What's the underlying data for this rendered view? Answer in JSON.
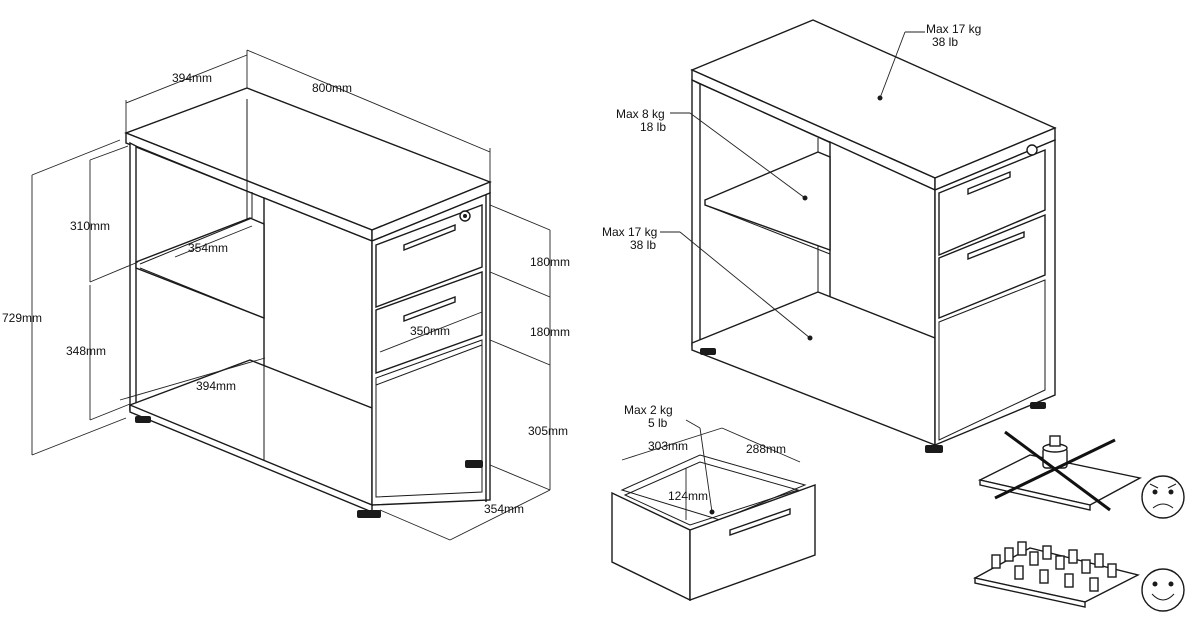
{
  "dimensions": {
    "depth_top": "394mm",
    "width_top": "800mm",
    "upper_shelf_height": "310mm",
    "total_height": "729mm",
    "lower_shelf_height": "348mm",
    "shelf_depth": "354mm",
    "bottom_depth": "394mm",
    "drawer1_height": "180mm",
    "drawer2_height": "180mm",
    "drawer_inner_depth": "350mm",
    "open_compartment_height": "305mm",
    "side_depth": "354mm"
  },
  "load_labels": {
    "top_kg": "Max 17 kg",
    "top_lb": "38 lb",
    "shelf_kg": "Max 8 kg",
    "shelf_lb": "18 lb",
    "bottom_kg": "Max 17 kg",
    "bottom_lb": "38 lb",
    "drawer_kg": "Max 2 kg",
    "drawer_lb": "5 lb"
  },
  "drawer_dimensions": {
    "width": "303mm",
    "depth": "288mm",
    "height": "124mm"
  },
  "load_guidance": {
    "concentrated_load": "incorrect",
    "distributed_load": "correct"
  }
}
